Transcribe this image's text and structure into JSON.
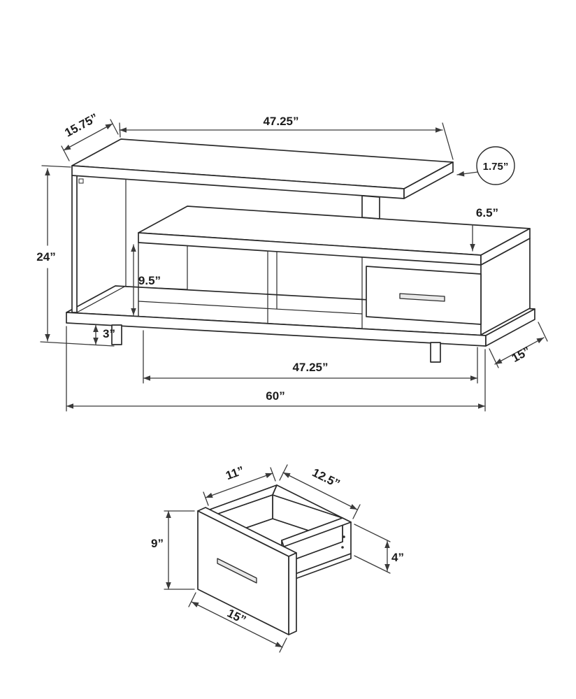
{
  "colors": {
    "line": "#2a2a2a",
    "dimension": "#3a3a3a",
    "background": "#ffffff"
  },
  "tv_stand": {
    "shelf_depth": "15.75”",
    "shelf_length": "47.25”",
    "shelf_thickness": "1.75”",
    "shelf_clearance": "6.5”",
    "overall_height": "24”",
    "opening_height": "9.5”",
    "leg_height": "3”",
    "cabinet_length": "47.25”",
    "overall_depth": "15”",
    "overall_width": "60”"
  },
  "drawer": {
    "inner_depth": "11”",
    "inner_width": "12.5”",
    "front_height": "9”",
    "side_height": "4”",
    "front_width": "15”"
  }
}
